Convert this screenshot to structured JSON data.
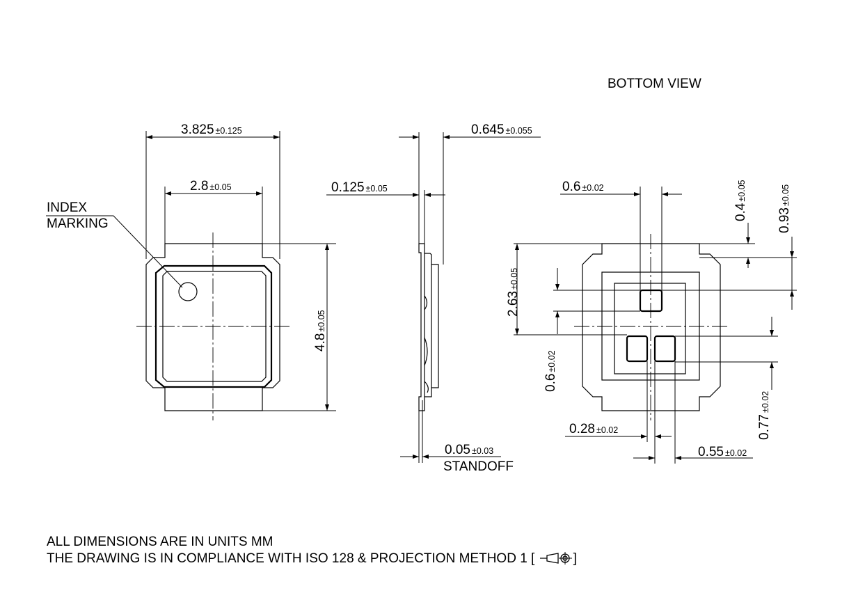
{
  "views": {
    "bottom_view_label": "BOTTOM VIEW",
    "index_marking": [
      "INDEX",
      "MARKING"
    ],
    "standoff_label": "STANDOFF"
  },
  "dimensions": {
    "width_total": {
      "value": "3.825",
      "tol": "±0.125"
    },
    "width_inner": {
      "value": "2.8",
      "tol": "±0.05"
    },
    "height_total": {
      "value": "4.8",
      "tol": "±0.05"
    },
    "thickness": {
      "value": "0.645",
      "tol": "±0.055"
    },
    "lead_thickness": {
      "value": "0.125",
      "tol": "±0.05"
    },
    "standoff": {
      "value": "0.05",
      "tol": "±0.03"
    },
    "pad_pitch_x": {
      "value": "0.6",
      "tol": "±0.02"
    },
    "pad_offset_top": {
      "value": "0.4",
      "tol": "±0.05"
    },
    "pad_top_edge": {
      "value": "0.93",
      "tol": "±0.05"
    },
    "pad_center_y": {
      "value": "2.63",
      "tol": "±0.05"
    },
    "pad_height_y": {
      "value": "0.6",
      "tol": "±0.02"
    },
    "pad_height_lower": {
      "value": "0.77",
      "tol": "±0.02"
    },
    "pad_gap": {
      "value": "0.28",
      "tol": "±0.02"
    },
    "pad_width": {
      "value": "0.55",
      "tol": "±0.02"
    }
  },
  "notes": {
    "line1": "ALL DIMENSIONS ARE IN UNITS MM",
    "line2": "THE DRAWING IS IN COMPLIANCE WITH ISO 128 & PROJECTION METHOD 1 [",
    "line2_end": "]"
  },
  "icons": {
    "projection_symbol": "first-angle-projection-icon"
  }
}
